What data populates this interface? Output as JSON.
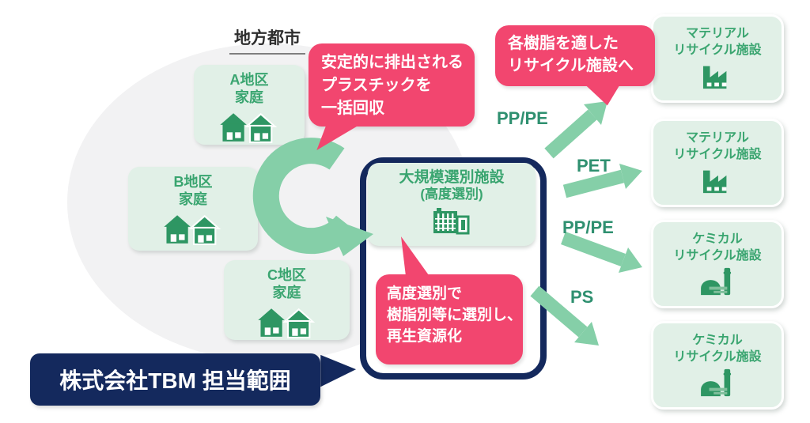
{
  "title": {
    "text": "地方都市"
  },
  "districts": [
    {
      "label": "A地区\n家庭"
    },
    {
      "label": "B地区\n家庭"
    },
    {
      "label": "C地区\n家庭"
    }
  ],
  "callouts": {
    "collect": "安定的に排出される\nプラスチックを\n一括回収",
    "sort": "高度選別で\n樹脂別等に選別し、\n再生資源化",
    "route": "各樹脂を適した\nリサイクル施設へ"
  },
  "sorting_facility": {
    "name": "大規模選別施設",
    "subname": "(高度選別)"
  },
  "flows": [
    {
      "label": "PP/PE"
    },
    {
      "label": "PET"
    },
    {
      "label": "PP/PE"
    },
    {
      "label": "PS"
    }
  ],
  "facilities": [
    {
      "label": "マテリアル\nリサイクル施設",
      "icon": "factory-icon"
    },
    {
      "label": "マテリアル\nリサイクル施設",
      "icon": "factory-icon"
    },
    {
      "label": "ケミカル\nリサイクル施設",
      "icon": "chemical-plant-icon"
    },
    {
      "label": "ケミカル\nリサイクル施設",
      "icon": "chemical-plant-icon"
    }
  ],
  "banner": {
    "text": "株式会社TBM 担当範囲"
  },
  "colors": {
    "pink": "#f2466f",
    "navy": "#14295d",
    "arrow_green": "#85cfa8",
    "box_green": "#e1f0e7",
    "text_green": "#3aa570",
    "flow_label_green": "#2f9070",
    "icon_green": "#2e9663",
    "ellipse_gray": "#f2f2f3"
  }
}
